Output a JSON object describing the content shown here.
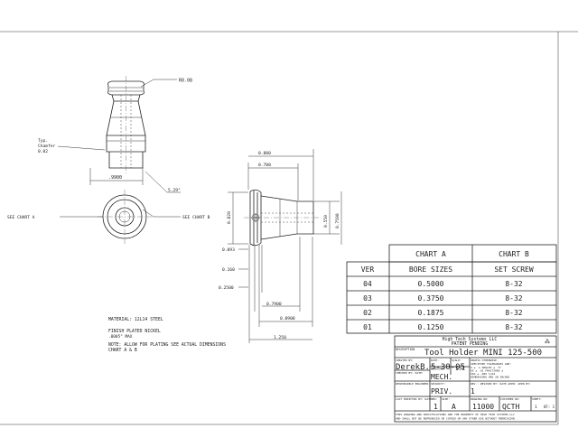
{
  "callouts": {
    "radius": "R0.08",
    "chamfer_line1": "Typ.",
    "chamfer_line2": "Chamfer",
    "chamfer_line3": "0.02",
    "angle": "5.29°",
    "dim_9900": ".9900",
    "see_chart_a": "SEE CHART A",
    "see_chart_b": "SEE CHART B"
  },
  "side_dims": {
    "d0800": "0.800",
    "d0700": "0.700",
    "d0820": "0.820",
    "d0550": "0.550",
    "d0750": "0.7500",
    "d0093": "0.093",
    "d0160": "0.160",
    "d0250": "0.2500",
    "d0790": "0.7900",
    "d0890": "0.8900",
    "d1250": "1.250"
  },
  "notes": {
    "material": "MATERIAL: 12L14 STEEL",
    "finish1": "FINISH   PLATED NICKEL",
    "finish2": ".0005\" MAX",
    "note1": "NOTE: ALLOW FOR PLATING SEE ACTUAL DIMENSIONS",
    "note2": "CHART A & B"
  },
  "chart": {
    "head_a": "CHART A",
    "head_b": "CHART B",
    "col_ver": "VER",
    "col_bore": "BORE SIZES",
    "col_screw": "SET SCREW",
    "rows": [
      {
        "ver": "04",
        "bore": "0.5000",
        "screw": "8-32"
      },
      {
        "ver": "03",
        "bore": "0.3750",
        "screw": "8-32"
      },
      {
        "ver": "02",
        "bore": "0.1875",
        "screw": "8-32"
      },
      {
        "ver": "01",
        "bore": "0.1250",
        "screw": "8-32"
      }
    ]
  },
  "title_block": {
    "company": "High Tech Systems LLC",
    "patent": "PATENT PENDING",
    "desc_label": "DESCRIPTION",
    "description": "Tool Holder MINI 125-500",
    "created_label": "CREATED BY:",
    "created_by": "DerekB.",
    "date_label": "DATE:",
    "date": "5-30-05",
    "scale_label": "SCALE:",
    "scale": "1:1",
    "tol_1": "UNLESS OTHERWISE",
    "tol_2": "SPECIFIED TOLERANCES ARE:",
    "tol_3": "X ± .1      ANGLES ± .5°",
    "tol_4": "XX ± .01   FRACTIONS ±",
    "tol_5": "XXX ± .005  1/64",
    "tol_6": "DIMENSIONS ARE IN INCHES",
    "checked_label": "CHECKED BY:   DATE:",
    "category_label": "CATEGORY:",
    "category": "MECH.",
    "eng_label": "RESPONSIBLE ENGINEER:",
    "security_label": "SECURITY:",
    "security": "PRIV.",
    "rev_label": "REV.:  REVISED BY:  DATE APPR:  APPR BY:",
    "rev": "1",
    "modified_label": "LAST MODIFIED BY:  DATE:",
    "ver_label": "VER:",
    "ver": "1",
    "size_label": "SIZE:",
    "size": "A",
    "dwg_label": "DRAWING NO:",
    "dwg": "11000",
    "cust_label": "CUSTOMER NO:",
    "cust": "QCTH",
    "sheet_label": "SHEET:",
    "sheet": "1",
    "of": "OF: 1",
    "footer1": "THIS DRAWING AND SPECIFICATIONS ARE THE PROPERTY OF HIGH TECH SYSTEMS LLC",
    "footer2": "AND SHALL NOT BE REPRODUCED OR COPIED OR ANY OTHER USE WITHOUT PERMISSION ."
  }
}
